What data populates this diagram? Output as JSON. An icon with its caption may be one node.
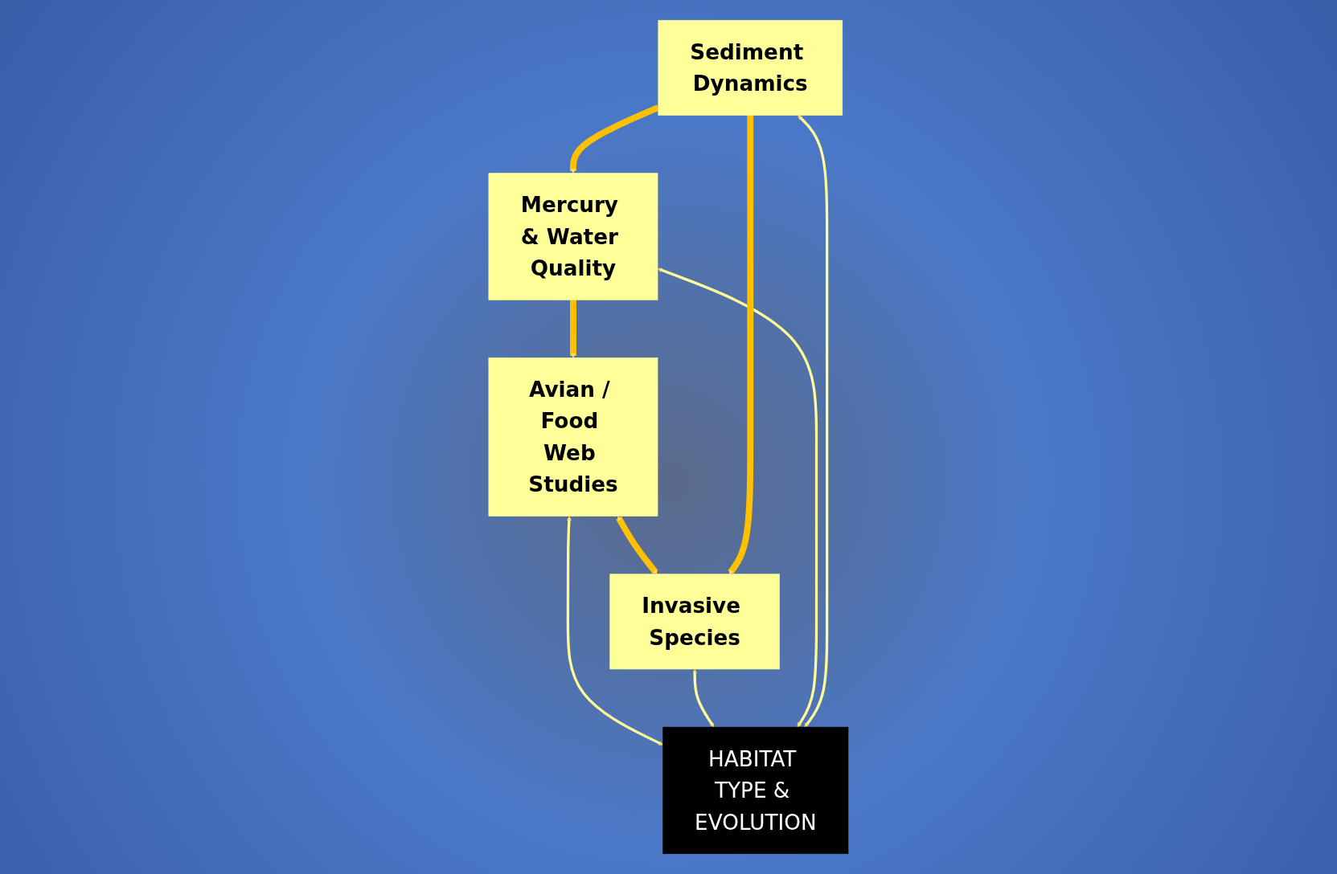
{
  "diagram": {
    "nodes": [
      {
        "text": [
          "Avian / Food Web Studies"
        ]
      },
      {
        "text": [
          "Invasive Species"
        ]
      },
      {
        "text": [
          "HABITAT TYPE & EVOLUTION"
        ]
      },
      {
        "text": [
          "Mercury & Water Quality"
        ]
      },
      {
        "text": [
          "Sediment Dynamics"
        ]
      }
    ],
    "edges": [
      {
        "from": 0,
        "to": 1,
        "arrow": "both",
        "style": "thick",
        "color": "#ffc000"
      },
      {
        "from": 0,
        "to": 2,
        "arrow": "both",
        "color": "#ffff99"
      },
      {
        "from": 1,
        "to": 2,
        "arrow": "both",
        "color": "#ffff99"
      },
      {
        "from": 3,
        "to": 2,
        "arrow": "both",
        "color": "#ffff99"
      },
      {
        "from": 4,
        "to": 2,
        "arrow": "both",
        "color": "#ffff99"
      },
      {
        "from": 4,
        "to": 1,
        "arrow": "to",
        "style": "thick",
        "color": "#ffc000"
      },
      {
        "from": 4,
        "to": 3,
        "arrow": "to",
        "style": "thick",
        "color": "#ffc000"
      },
      {
        "from": 3,
        "to": 0,
        "arrow": "to",
        "style": "thick",
        "color": "#ffc000"
      }
    ]
  }
}
